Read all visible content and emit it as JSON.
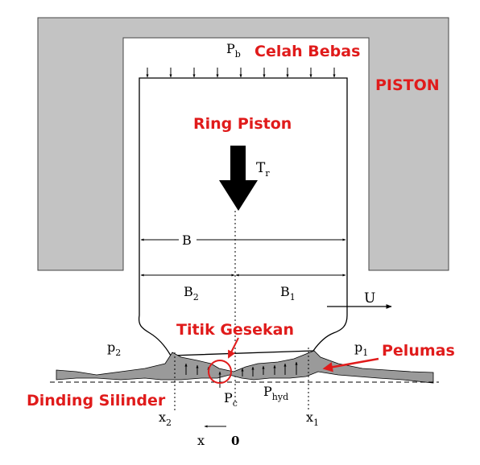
{
  "colors": {
    "piston_fill": "#c3c3c3",
    "annotation_red": "#e01b1b",
    "outline": "#000000",
    "lubricant_fill": "#9a9a9a"
  },
  "labels": {
    "celah_bebas": "Celah Bebas",
    "piston": "PISTON",
    "ring_piston": "Ring Piston",
    "titik_gesekan": "Titik Gesekan",
    "pelumas": "Pelumas",
    "dinding_silinder": "Dinding Silinder"
  },
  "symbols": {
    "pb_main": "P",
    "pb_sub": "b",
    "tr_main": "T",
    "tr_sub": "r",
    "b": "B",
    "b2_main": "B",
    "b2_sub": "2",
    "b1_main": "B",
    "b1_sub": "1",
    "u": "U",
    "p2_main": "p",
    "p2_sub": "2",
    "p1_main": "p",
    "p1_sub": "1",
    "pc_main": "P",
    "pc_sub": "c",
    "phyd_main": "P",
    "phyd_sub": "hyd",
    "x2_main": "x",
    "x2_sub": "2",
    "x1_main": "x",
    "x1_sub": "1",
    "x_axis": "x",
    "zero": "0"
  }
}
